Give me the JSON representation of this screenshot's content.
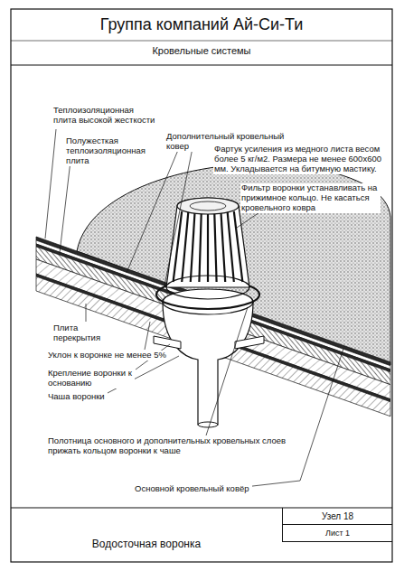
{
  "diagram": {
    "title": "Группа компаний Ай-Си-Ти",
    "nodes": [
      {
        "text": [
          "Водосточная воронка"
        ]
      },
      {
        "text": [
          "Узел 18"
        ]
      },
      {
        "text": [
          "Лист 1"
        ]
      }
    ],
    "labels": [
      "Кровельные системы",
      "Теплоизоляционная плита высокой жесткости",
      "Полужесткая теплоизоляционная плита",
      "Дополнительный кровельный ковер",
      "Фартук усиления из медного листа весом более 5 кг/м2. Размера не менее 600х600 мм. Укладывается на битумную мастику.",
      "Фильтр воронки устанавливать на прижимное кольцо. Не касаться кровельного ковра",
      "Плита перекрытия",
      "Уклон к воронке не менее 5%",
      "Крепление воронки к основанию",
      "Чаша воронки",
      "Полотница основного и дополнительных кровельных слоев прижать кольцом воронки к чаше",
      "Основной кровельный ковёр"
    ]
  }
}
